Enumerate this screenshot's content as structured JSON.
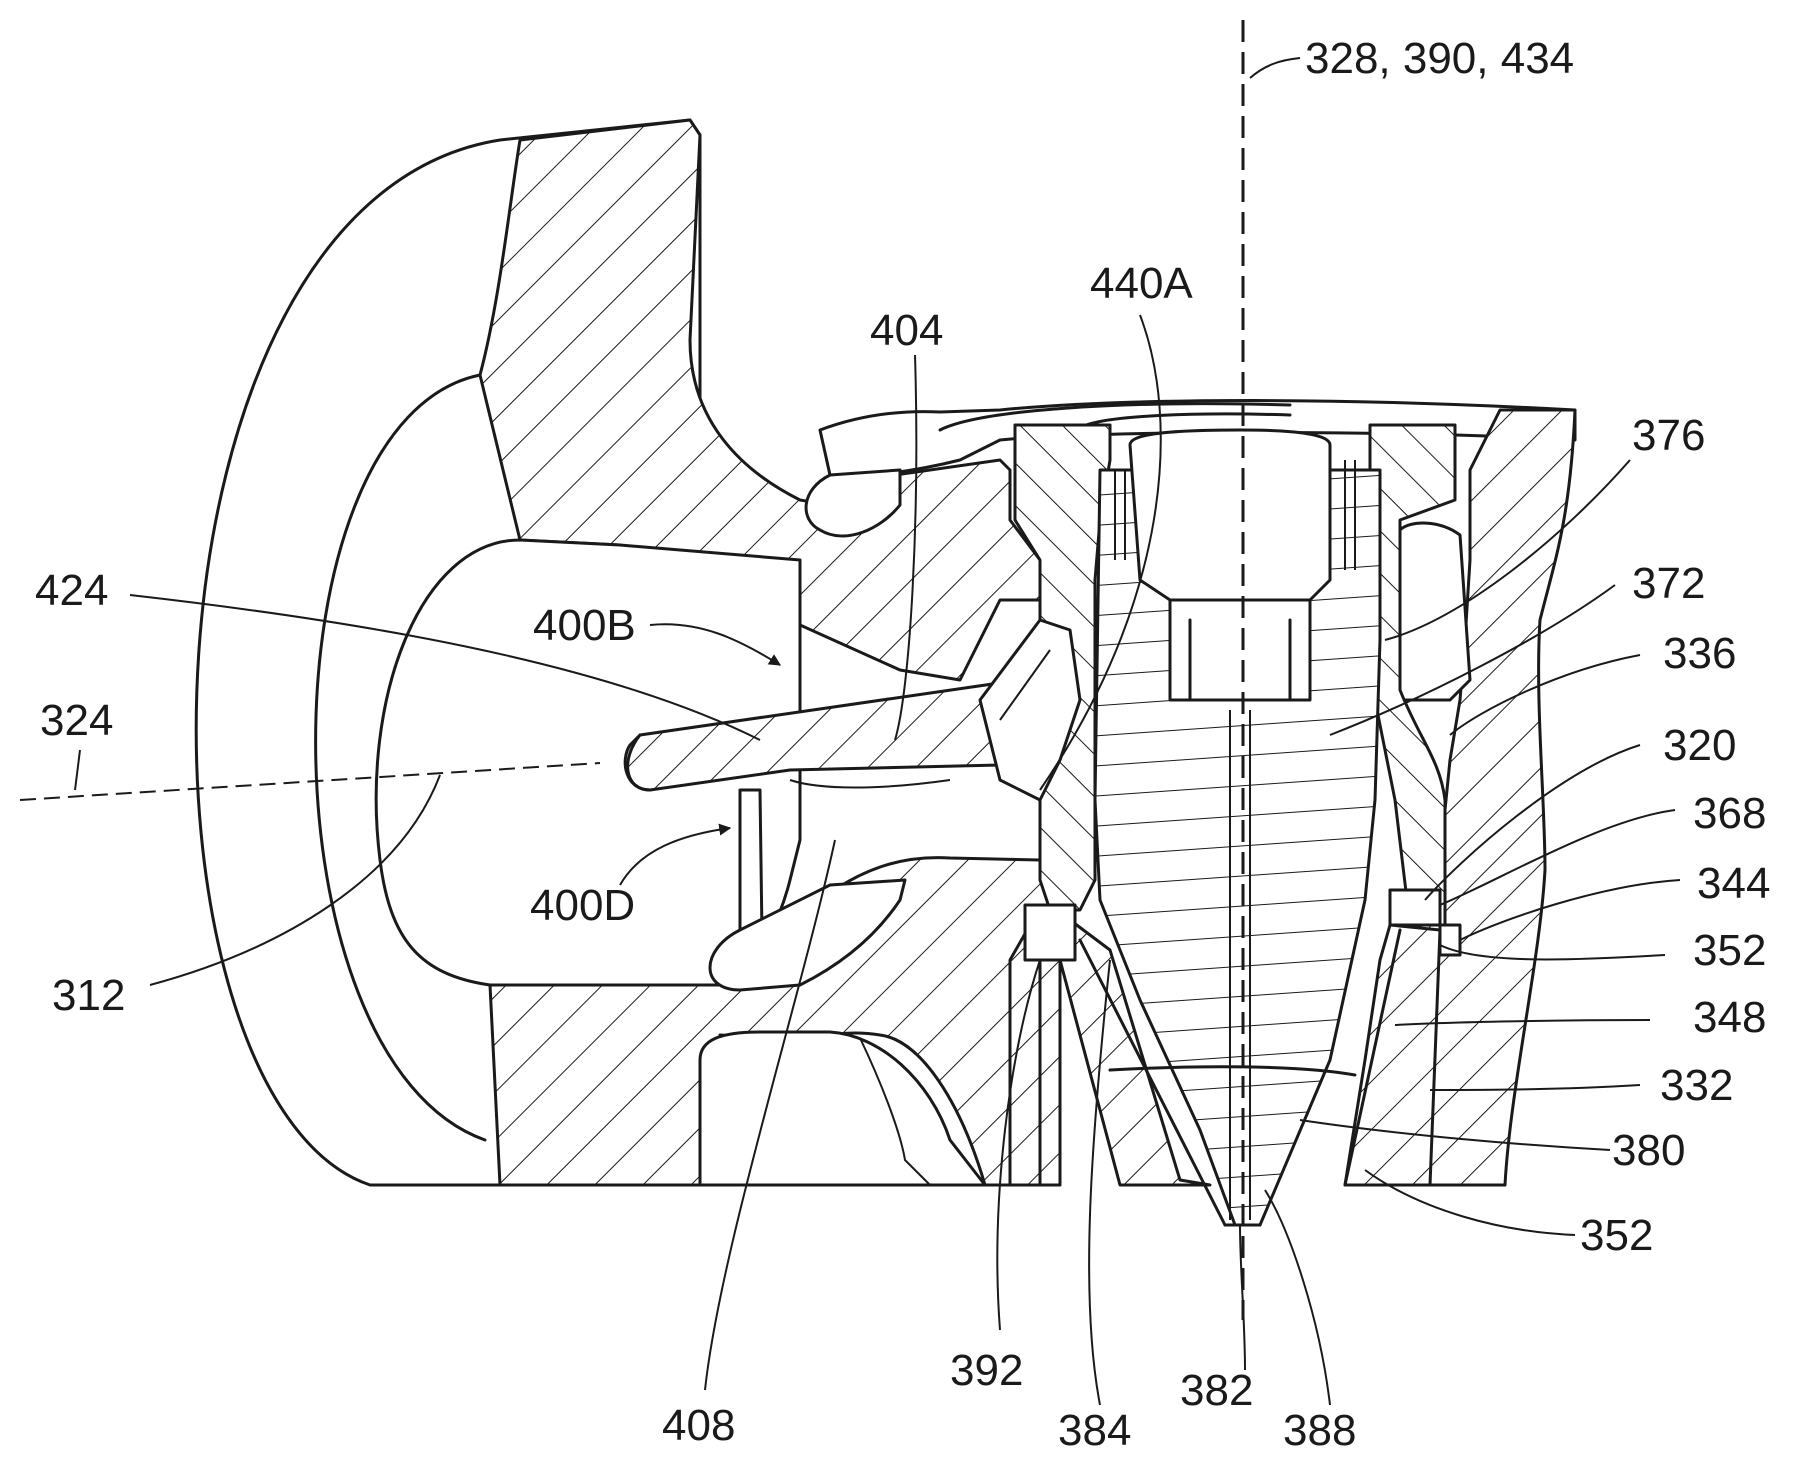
{
  "labels": {
    "axis_vertical": "328, 390, 434",
    "l440A": "440A",
    "l404": "404",
    "l376": "376",
    "l424": "424",
    "l400B": "400B",
    "l372": "372",
    "l336": "336",
    "l324": "324",
    "l320": "320",
    "l368": "368",
    "l400D": "400D",
    "l344": "344",
    "l352a": "352",
    "l312": "312",
    "l348": "348",
    "l332": "332",
    "l380": "380",
    "l352b": "352",
    "l392": "392",
    "l382": "382",
    "l408": "408",
    "l384": "384",
    "l388": "388"
  }
}
